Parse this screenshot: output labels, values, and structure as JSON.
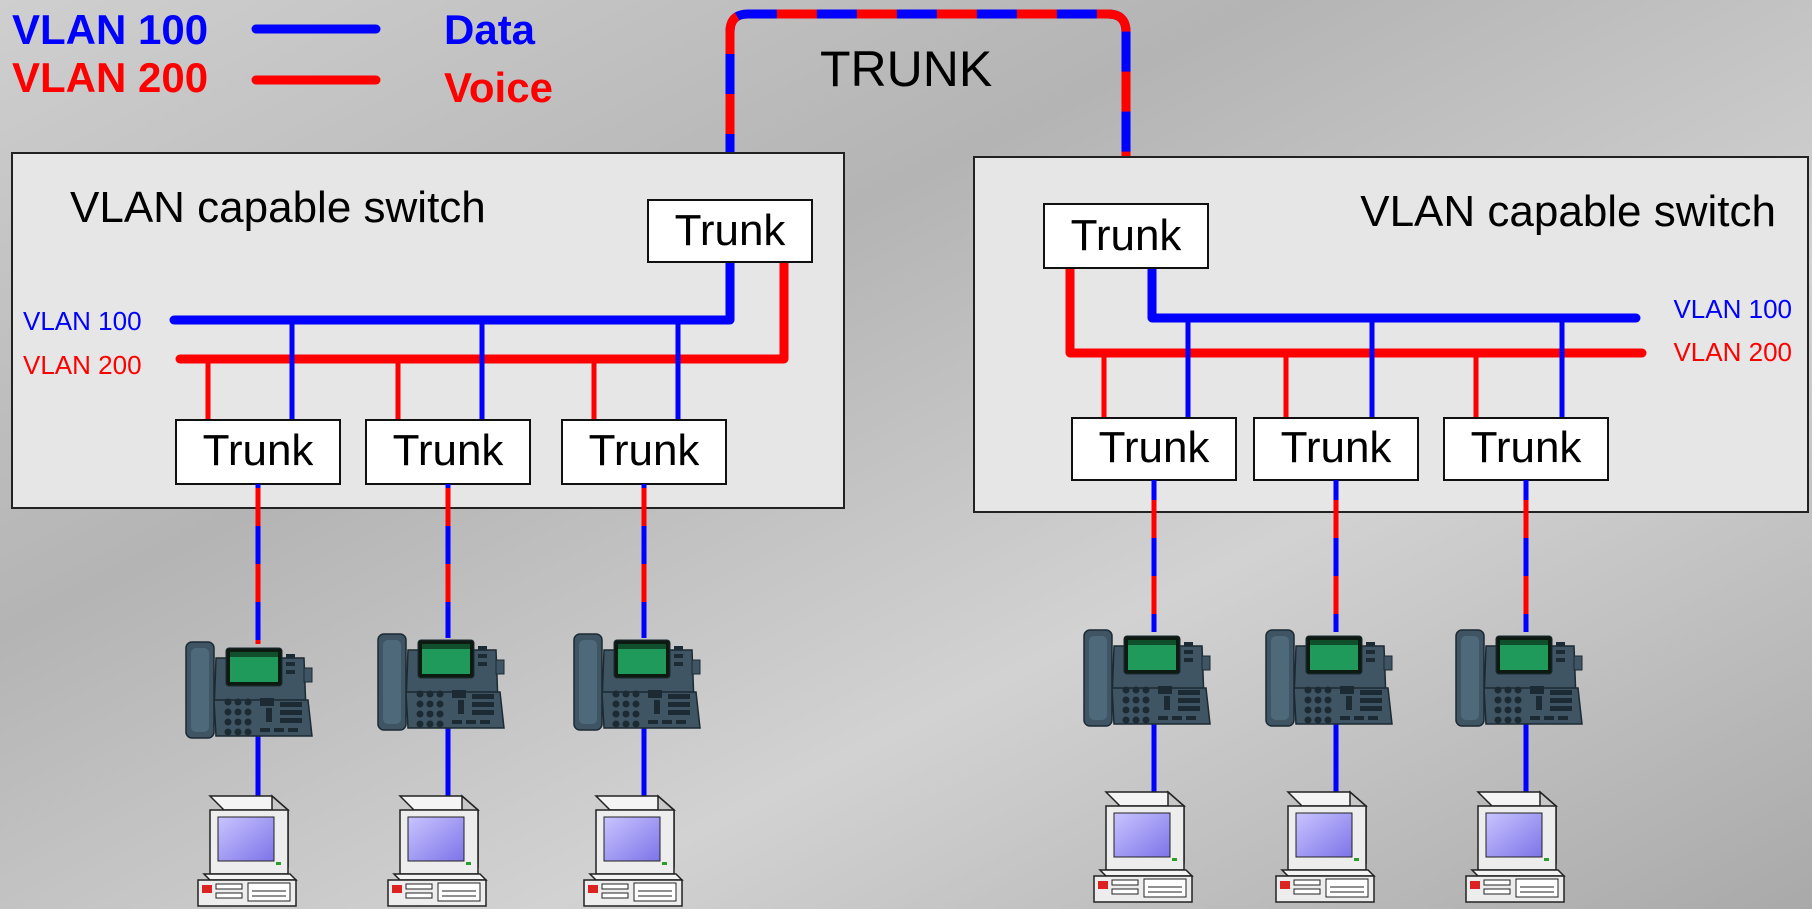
{
  "legend": {
    "vlan100_label": "VLAN 100",
    "vlan100_desc": "Data",
    "vlan200_label": "VLAN 200",
    "vlan200_desc": "Voice"
  },
  "trunk_link_label": "TRUNK",
  "switches": [
    {
      "title": "VLAN capable switch",
      "uplink_port_label": "Trunk",
      "vlan100_bus_label": "VLAN 100",
      "vlan200_bus_label": "VLAN 200",
      "ports": [
        "Trunk",
        "Trunk",
        "Trunk"
      ]
    },
    {
      "title": "VLAN capable switch",
      "uplink_port_label": "Trunk",
      "vlan100_bus_label": "VLAN 100",
      "vlan200_bus_label": "VLAN 200",
      "ports": [
        "Trunk",
        "Trunk",
        "Trunk"
      ]
    }
  ],
  "colors": {
    "vlan100": "#0000ff",
    "vlan200": "#ff0000",
    "switch_fill": "#e6e6e6",
    "background": "#bdbdbd"
  },
  "icons": {
    "phone": "ip-phone-icon",
    "computer": "desktop-computer-icon"
  }
}
